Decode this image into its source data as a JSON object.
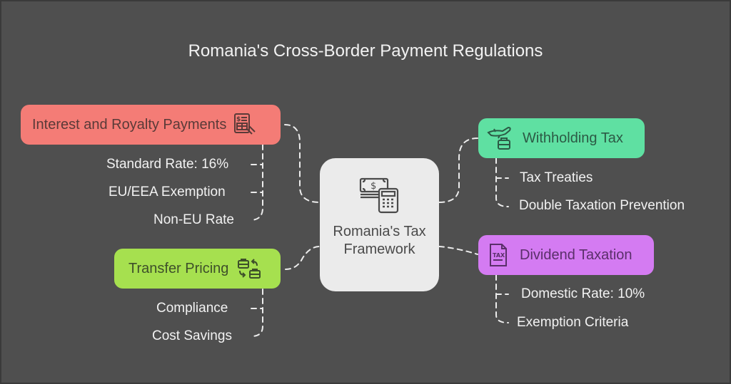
{
  "title": "Romania's Cross-Border Payment Regulations",
  "colors": {
    "background": "#4f4f4f",
    "center": "#ebebeb",
    "interest": "#f47c76",
    "withholding": "#5fe0a2",
    "transfer": "#a6e04f",
    "dividend": "#d47bf2",
    "connector": "#ececec"
  },
  "center": {
    "label": "Romania's Tax Framework",
    "icon": "cash-calculator-icon"
  },
  "branches": {
    "interest": {
      "label": "Interest and Royalty Payments",
      "icon": "invoice-hand-icon",
      "items": [
        "Standard Rate: 16%",
        "EU/EEA Exemption",
        "Non-EU Rate"
      ]
    },
    "transfer": {
      "label": "Transfer Pricing",
      "icon": "briefcase-exchange-icon",
      "items": [
        "Compliance",
        "Cost Savings"
      ]
    },
    "withholding": {
      "label": "Withholding Tax",
      "icon": "plane-briefcase-icon",
      "items": [
        "Tax Treaties",
        "Double Taxation Prevention"
      ]
    },
    "dividend": {
      "label": "Dividend Taxation",
      "icon": "tax-document-icon",
      "items": [
        "Domestic Rate: 10%",
        "Exemption Criteria"
      ]
    }
  }
}
